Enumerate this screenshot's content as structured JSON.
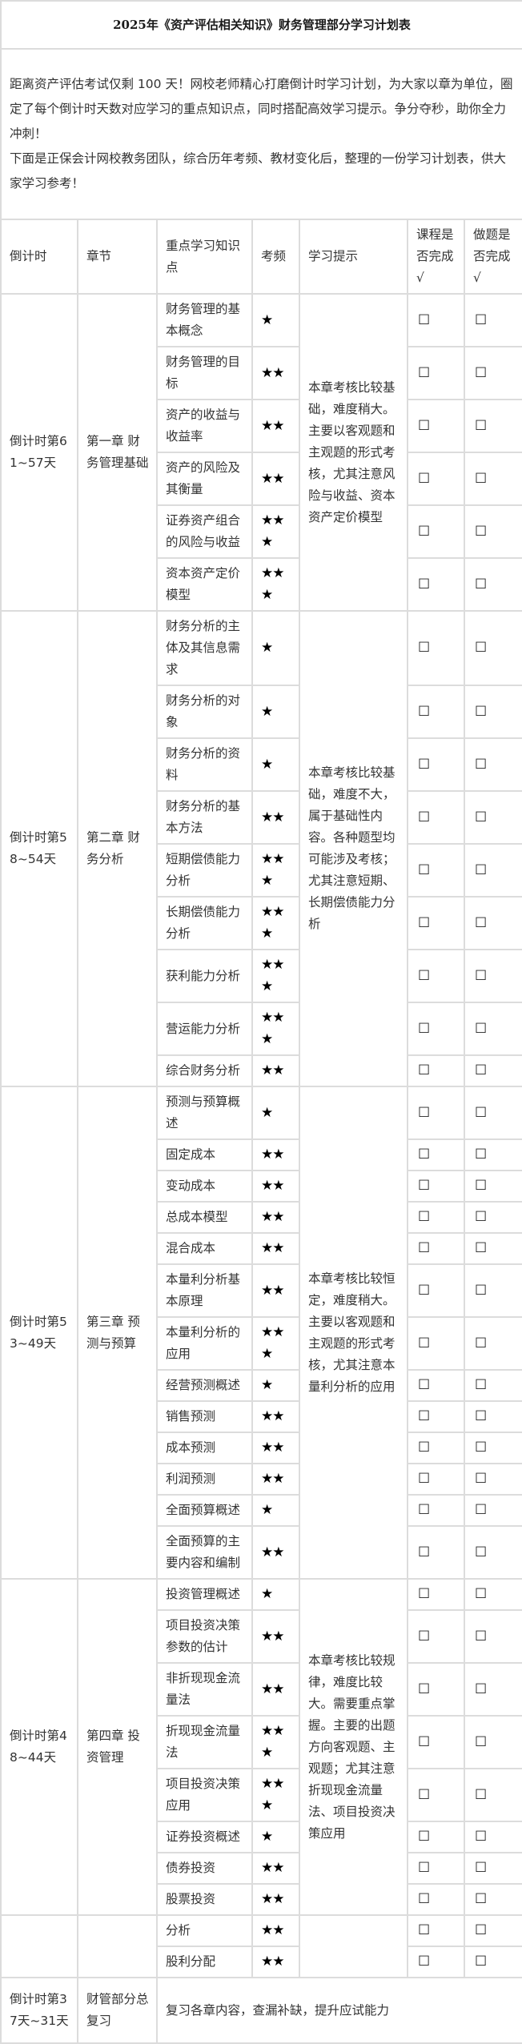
{
  "title": "2025年《资产评估相关知识》财务管理部分学习计划表",
  "intro": [
    "距离资产评估考试仅剩 100 天！网校老师精心打磨倒计时学习计划，为大家以章为单位，圈定了每个倒计时天数对应学习的重点知识点，同时搭配高效学习提示。争分夺秒，助你全力冲刺！",
    "下面是正保会计网校教务团队，综合历年考频、教材变化后，整理的一份学习计划表，供大家学习参考！"
  ],
  "headers": [
    "倒计时",
    "章节",
    "重点学习知识点",
    "考频",
    "学习提示",
    "课程是否完成√",
    "做题是否完成√"
  ],
  "checkbox_glyph": "☐",
  "groups": [
    {
      "countdown": "倒计时第61~57天",
      "chapter": "第一章 财务管理基础",
      "tip": "本章考核比较基础，难度稍大。主要以客观题和主观题的形式考核，尤其注意风险与收益、资本资产定价模型",
      "items": [
        {
          "topic": "财务管理的基本概念",
          "stars": "★"
        },
        {
          "topic": "财务管理的目标",
          "stars": "★★"
        },
        {
          "topic": "资产的收益与收益率",
          "stars": "★★"
        },
        {
          "topic": "资产的风险及其衡量",
          "stars": "★★"
        },
        {
          "topic": "证券资产组合的风险与收益",
          "stars": "★★★"
        },
        {
          "topic": "资本资产定价模型",
          "stars": "★★★"
        }
      ]
    },
    {
      "countdown": "倒计时第58~54天",
      "chapter": "第二章 财务分析",
      "tip": "本章考核比较基础，难度不大，属于基础性内容。各种题型均可能涉及考核；尤其注意短期、长期偿债能力分析",
      "items": [
        {
          "topic": "财务分析的主体及其信息需求",
          "stars": "★"
        },
        {
          "topic": "财务分析的对象",
          "stars": "★"
        },
        {
          "topic": "财务分析的资料",
          "stars": "★"
        },
        {
          "topic": "财务分析的基本方法",
          "stars": "★★"
        },
        {
          "topic": "短期偿债能力分析",
          "stars": "★★★"
        },
        {
          "topic": "长期偿债能力分析",
          "stars": "★★★"
        },
        {
          "topic": "获利能力分析",
          "stars": "★★★"
        },
        {
          "topic": "营运能力分析",
          "stars": "★★★"
        },
        {
          "topic": "综合财务分析",
          "stars": "★★"
        }
      ]
    },
    {
      "countdown": "倒计时第53~49天",
      "chapter": "第三章 预测与预算",
      "tip": "本章考核比较恒定，难度稍大。主要以客观题和主观题的形式考核，尤其注意本量利分析的应用",
      "items": [
        {
          "topic": "预测与预算概述",
          "stars": "★"
        },
        {
          "topic": "固定成本",
          "stars": "★★"
        },
        {
          "topic": "变动成本",
          "stars": "★★"
        },
        {
          "topic": "总成本模型",
          "stars": "★★"
        },
        {
          "topic": "混合成本",
          "stars": "★★"
        },
        {
          "topic": "本量利分析基本原理",
          "stars": "★★"
        },
        {
          "topic": "本量利分析的应用",
          "stars": "★★★"
        },
        {
          "topic": "经营预测概述",
          "stars": "★"
        },
        {
          "topic": "销售预测",
          "stars": "★★"
        },
        {
          "topic": "成本预测",
          "stars": "★★"
        },
        {
          "topic": "利润预测",
          "stars": "★★"
        },
        {
          "topic": "全面预算概述",
          "stars": "★"
        },
        {
          "topic": "全面预算的主要内容和编制",
          "stars": "★★"
        }
      ]
    },
    {
      "countdown": "倒计时第48~44天",
      "chapter": "第四章 投资管理",
      "tip": "本章考核比较规律，难度比较大。需要重点掌握。主要的出题方向客观题、主观题；尤其注意折现现金流量法、项目投资决策应用",
      "items": [
        {
          "topic": "投资管理概述",
          "stars": "★"
        },
        {
          "topic": "项目投资决策参数的估计",
          "stars": "★★"
        },
        {
          "topic": "非折现现金流量法",
          "stars": "★★"
        },
        {
          "topic": "折现现金流量法",
          "stars": "★★★"
        },
        {
          "topic": "项目投资决策应用",
          "stars": "★★★"
        },
        {
          "topic": "证券投资概述",
          "stars": "★"
        },
        {
          "topic": "债券投资",
          "stars": "★★"
        },
        {
          "topic": "股票投资",
          "stars": "★★"
        }
      ]
    },
    {
      "countdown": "",
      "chapter": "",
      "tip": "",
      "items": [
        {
          "topic": "分析",
          "stars": "★★"
        },
        {
          "topic": "股利分配",
          "stars": "★★"
        }
      ]
    }
  ],
  "review": {
    "countdown": "倒计时第37天~31天",
    "chapter": "财管部分总复习",
    "tip": "复习各章内容，查漏补缺，提升应试能力"
  }
}
